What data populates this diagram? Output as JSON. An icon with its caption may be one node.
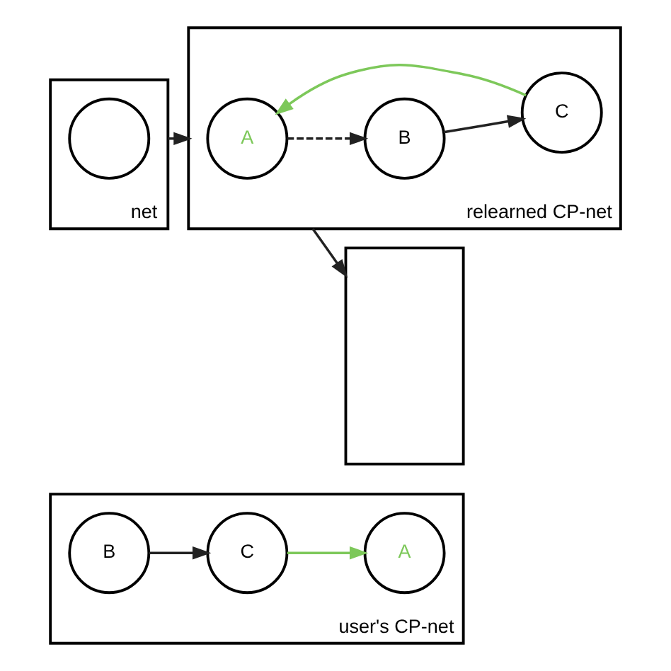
{
  "diagram": {
    "nodes": [
      {
        "text": [
          "user's CP-net"
        ]
      },
      {
        "text": [
          "B"
        ],
        "in": 0
      },
      {
        "text": [
          "C"
        ],
        "in": 0
      },
      {
        "text": [
          "A"
        ],
        "in": 0
      },
      {
        "text": [
          "net"
        ]
      },
      {
        "text": [],
        "shape": "circle",
        "in": 4
      },
      {
        "text": [
          "relearned CP-net"
        ]
      },
      {
        "text": [
          "A"
        ],
        "in": 6
      },
      {
        "text": [
          "B"
        ],
        "in": 6
      },
      {
        "text": [
          "C"
        ],
        "in": 6
      },
      {
        "text": [],
        "shape": "box"
      }
    ],
    "edges": [
      {
        "from": 1,
        "to": 2,
        "arrow": "to"
      },
      {
        "from": 2,
        "to": 3,
        "arrow": "to",
        "color": "#7dc85a"
      },
      {
        "from": 4,
        "to": 6,
        "arrow": "to"
      },
      {
        "from": 7,
        "to": 8,
        "arrow": "to",
        "style": "dashed"
      },
      {
        "from": 8,
        "to": 9,
        "arrow": "to"
      },
      {
        "from": 9,
        "to": 7,
        "arrow": "to",
        "color": "#7dc85a"
      },
      {
        "from": 6,
        "to": 10,
        "arrow": "to"
      }
    ]
  }
}
